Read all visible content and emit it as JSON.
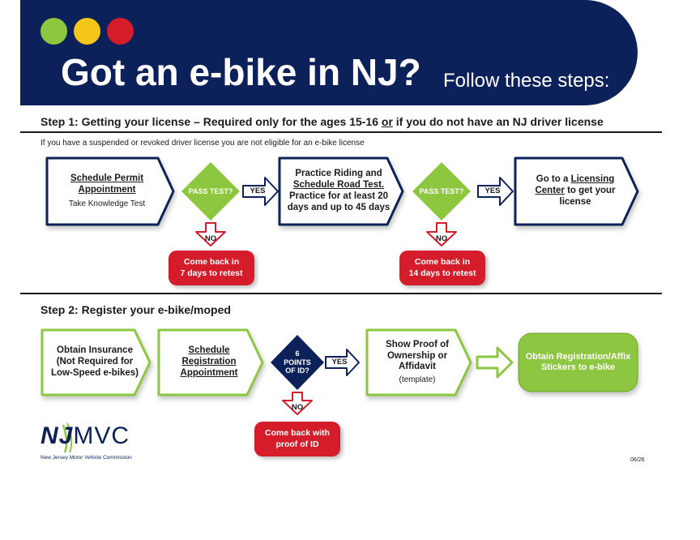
{
  "header": {
    "title": "Got an e-bike in NJ?",
    "subtitle": "Follow these steps:",
    "dot_colors": [
      "#8dc63f",
      "#f5c518",
      "#d41c2a"
    ],
    "background_color": "#0c2159"
  },
  "step1": {
    "heading_part1": "Step 1: Getting your license – Required only for the ages 15-16 ",
    "heading_or": "or",
    "heading_part2": " if you do not have an NJ driver license",
    "note": "If you have a suspended or revoked driver license you are not eligible for an e-bike license",
    "box1_title": "Schedule Permit Appointment",
    "box1_sub": "Take Knowledge Test",
    "decision1": "PASS TEST?",
    "yes1": "YES",
    "no1": "NO",
    "retest1_line1": "Come back in",
    "retest1_line2": "7 days to retest",
    "box2_line1": "Practice Riding and",
    "box2_link": "Schedule Road Test.",
    "box2_line2": "Practice for at least 20 days and up to 45 days",
    "decision2": "PASS TEST?",
    "yes2": "YES",
    "no2": "NO",
    "retest2_line1": "Come back in",
    "retest2_line2": "14 days to retest",
    "box3_pre": "Go to a ",
    "box3_link": "Licensing Center",
    "box3_post": " to get your license"
  },
  "step2": {
    "heading": "Step 2: Register your e-bike/moped",
    "box1": "Obtain Insurance (Not Required for Low-Speed e-bikes)",
    "box2": "Schedule Registration Appointment",
    "decision_line1": "6",
    "decision_line2": "POINTS",
    "decision_line3": "OF ID?",
    "yes": "YES",
    "no": "NO",
    "retry_line1": "Come back with",
    "retry_line2": "proof of ID",
    "box3": "Show Proof of Ownership or Affidavit",
    "box3_sub": "(template)",
    "final": "Obtain Registration/Affix Stickers to e-bike"
  },
  "colors": {
    "navy": "#0c2159",
    "green": "#8dc63f",
    "red": "#d41c2a"
  },
  "footer": {
    "logo_nj": "NJ",
    "logo_mvc": "MVC",
    "logo_caption": "New Jersey Motor Vehicle Commission",
    "date_code": "06/26"
  }
}
